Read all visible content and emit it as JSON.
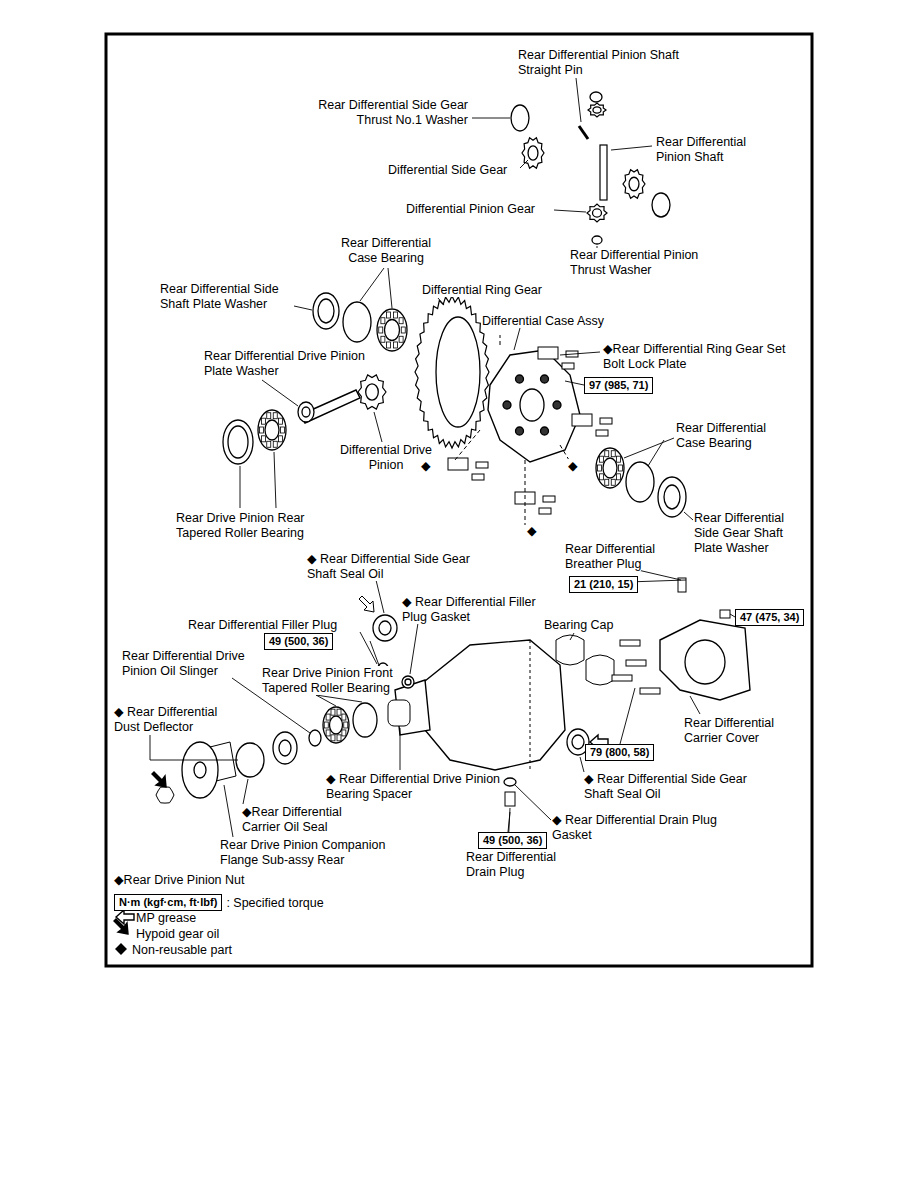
{
  "diagram": {
    "nodes": [
      {
        "text": [
          "97 (985, 71)"
        ]
      },
      {
        "text": [
          "21 (210, 15)"
        ]
      },
      {
        "text": [
          "47 (475, 34)"
        ]
      },
      {
        "text": [
          "49 (500, 36)"
        ]
      },
      {
        "text": [
          "79 (800, 58)"
        ]
      },
      {
        "text": [
          "49 (500, 36)"
        ]
      },
      {
        "text": [
          "N·m (kgf·cm, ft·lbf)"
        ]
      }
    ],
    "labels": [
      "Rear Differential Pinion Shaft Straight Pin",
      "Rear Differential Side Gear Thrust No.1 Washer",
      "Rear Differential Pinion Shaft",
      "Differential Side Gear",
      "Differential Pinion Gear",
      "Rear Differential Pinion Thrust Washer",
      "Rear Differential Case Bearing",
      "Rear Differential Side Shaft Plate Washer",
      "Differential Ring Gear",
      "Differential Case Assy",
      "◆Rear Differential Ring Gear Set Bolt Lock Plate",
      "Rear Differential Drive Pinion Plate Washer",
      "Differential Drive Pinion",
      "Rear Differential Case Bearing",
      "Rear Drive Pinion Rear Tapered Roller Bearing",
      "Rear Differential Side Gear Shaft Plate Washer",
      "◆ Rear Differential Side Gear Shaft Seal Oil",
      "Rear Differential Breather Plug",
      "◆ Rear Differential Filler Plug Gasket",
      "Rear Differential Filler Plug",
      "Bearing Cap",
      "Rear Differential Drive Pinion Oil Slinger",
      "Rear Drive Pinion Front Tapered Roller Bearing",
      "◆ Rear Differential Dust Deflector",
      "Rear Differential Carrier Cover",
      "◆ Rear Differential Drive Pinion Bearing Spacer",
      "◆ Rear Differential Side Gear Shaft Seal Oil",
      "◆Rear Differential Carrier Oil Seal",
      "◆ Rear Differential Drain Plug Gasket",
      "Rear Drive Pinion Companion Flange Sub-assy Rear",
      "Rear Differential Drain Plug",
      "◆Rear Drive Pinion Nut",
      "◆",
      "◆",
      "◆"
    ],
    "legend": [
      {
        "text": ": Specified torque"
      },
      {
        "text": "MP grease"
      },
      {
        "text": "Hypoid gear oil"
      },
      {
        "text": "Non-reusable part"
      }
    ]
  }
}
